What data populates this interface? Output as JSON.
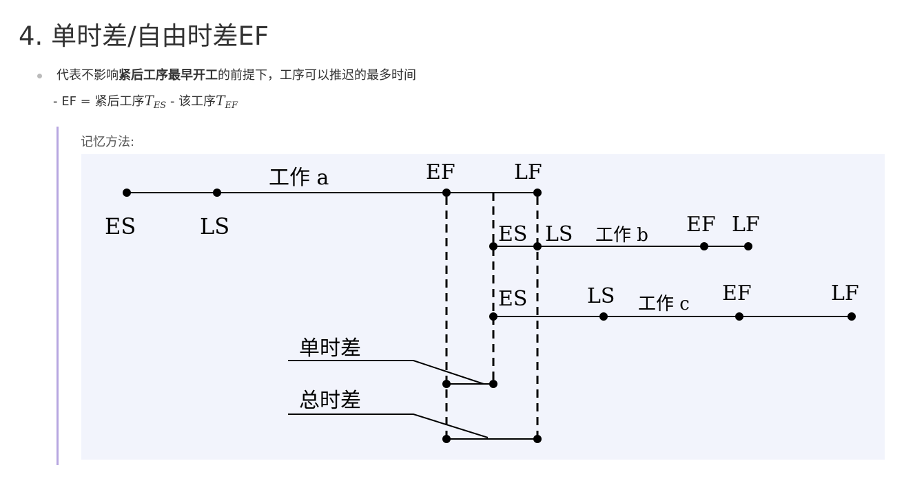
{
  "heading": "4. 单时差/自由时差EF",
  "bullet": {
    "prefix": "代表不影响",
    "bold": "紧后工序最早开工",
    "suffix": "的前提下，工序可以推迟的最多时间"
  },
  "formula": {
    "lhs": "- EF = 紧后工序",
    "var1": "T",
    "sub1": "ES",
    "mid": " - 该工序",
    "var2": "T",
    "sub2": "EF"
  },
  "quote": {
    "label": "记忆方法:"
  },
  "diagram": {
    "work_a": "工作 a",
    "work_b": "工作 b",
    "work_c": "工作 c",
    "es": "ES",
    "ls": "LS",
    "ef": "EF",
    "lf": "LF",
    "free_float": "单时差",
    "total_float": "总时差"
  },
  "colors": {
    "accent_bar": "#b7a6e0",
    "diagram_bg": "#f2f4fc",
    "bullet_dot": "#bbbbbb"
  }
}
